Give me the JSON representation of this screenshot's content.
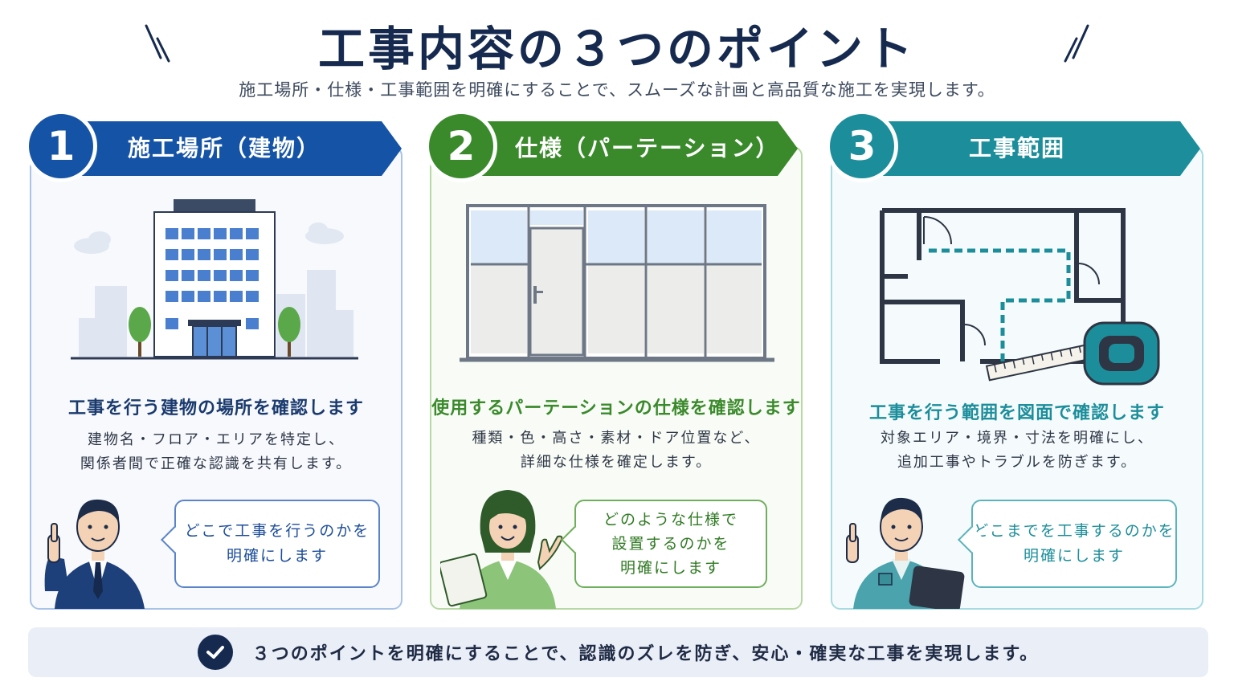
{
  "title": "工事内容の３つのポイント",
  "subtitle": "施工場所・仕様・工事範囲を明確にすることで、スムーズな計画と高品質な施工を実現します。",
  "colors": {
    "navy": "#162a4f",
    "blue": "#1553a6",
    "green": "#3a8a2c",
    "teal": "#1c8e9b"
  },
  "points": [
    {
      "number": "1",
      "label": "施工場所（建物）",
      "heading": "工事を行う建物の場所を確認します",
      "desc_line1": "建物名・フロア・エリアを特定し、",
      "desc_line2": "関係者間で正確な認識を共有します。",
      "bubble_line1": "どこで工事を行うのかを",
      "bubble_line2": "明確にします",
      "icon": "office-building-icon"
    },
    {
      "number": "2",
      "label": "仕様（パーテーション）",
      "heading": "使用するパーテーションの仕様を確認します",
      "desc_line1": "種類・色・高さ・素材・ドア位置など、",
      "desc_line2": "詳細な仕様を確定します。",
      "bubble_line1": "どのような仕様で",
      "bubble_line2": "設置するのかを",
      "bubble_line3": "明確にします",
      "icon": "partition-wall-icon"
    },
    {
      "number": "3",
      "label": "工事範囲",
      "heading": "工事を行う範囲を図面で確認します",
      "desc_line1": "対象エリア・境界・寸法を明確にし、",
      "desc_line2": "追加工事やトラブルを防ぎます。",
      "bubble_line1": "どこまでを工事するのかを",
      "bubble_line2": "明確にします",
      "icon": "floor-plan-icon"
    }
  ],
  "footer": "３つのポイントを明確にすることで、認識のズレを防ぎ、安心・確実な工事を実現します。"
}
